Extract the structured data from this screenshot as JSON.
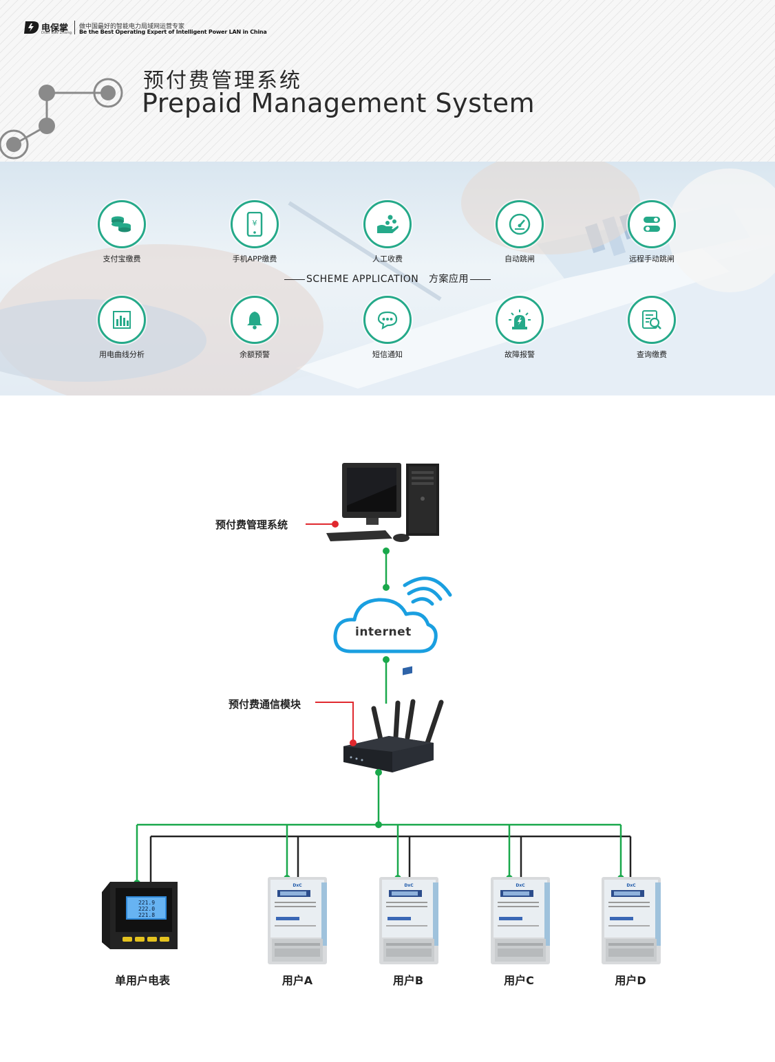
{
  "header": {
    "brand_cn": "电保掌",
    "brand_pinyin": "Dian Bao Zhang",
    "slogan_cn": "做中国最好的智能电力局域网运营专家",
    "slogan_en": "Be the Best Operating Expert of Intelligent Power LAN in China",
    "title_cn": "预付费管理系统",
    "title_en": "Prepaid Management System"
  },
  "features": {
    "scheme_label": "SCHEME APPLICATION   方案应用",
    "row1": [
      {
        "label": "支付宝缴费",
        "icon": "coins-stack-icon"
      },
      {
        "label": "手机APP缴费",
        "icon": "mobile-yuan-icon"
      },
      {
        "label": "人工收费",
        "icon": "hand-coins-icon"
      },
      {
        "label": "自动跳闸",
        "icon": "gauge-icon"
      },
      {
        "label": "远程手动跳闸",
        "icon": "toggle-switch-icon"
      }
    ],
    "row2": [
      {
        "label": "用电曲线分析",
        "icon": "bar-chart-icon"
      },
      {
        "label": "余额预警",
        "icon": "bell-icon"
      },
      {
        "label": "短信通知",
        "icon": "chat-bubble-icon"
      },
      {
        "label": "故障报警",
        "icon": "alarm-light-icon"
      },
      {
        "label": "查询缴费",
        "icon": "search-document-icon"
      }
    ]
  },
  "diagram": {
    "system_label": "预付费管理系统",
    "cloud_label": "internet",
    "module_label": "预付费通信模块",
    "devices": [
      "单用户电表",
      "用户A",
      "用户B",
      "用户C",
      "用户D"
    ],
    "meter_display": [
      "221.9",
      "222.0",
      "221.8"
    ],
    "colors": {
      "link": "#19a84b",
      "callout": "#e0282e",
      "cloud": "#1a9fe0",
      "accent": "#25a989"
    }
  }
}
